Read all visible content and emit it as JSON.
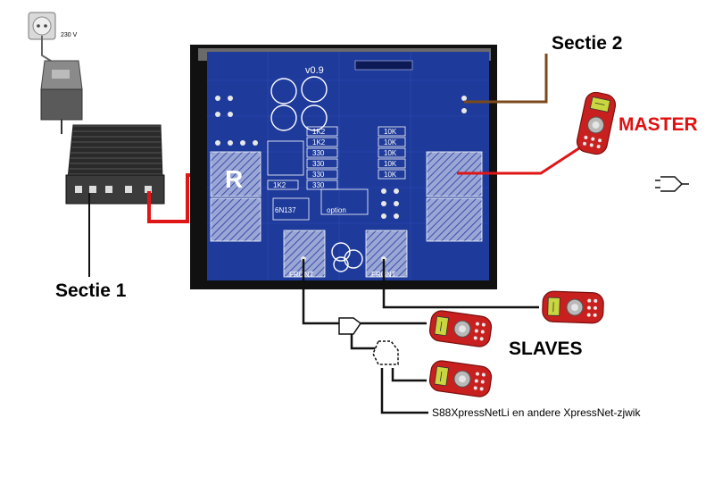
{
  "labels": {
    "sectie2": "Sectie 2",
    "sectie1": "Sectie 1",
    "master": "MASTER",
    "slaves": "SLAVES",
    "s88": "S88XpressNetLi en andere XpressNet-zjwik",
    "mains_voltage": "230 V"
  },
  "pcb": {
    "version": "v0.9",
    "text_front_left": "FRONT",
    "text_front_right": "FRONT",
    "text_option": "option",
    "text_ic": "6N137",
    "resistors": [
      "1K2",
      "1K2",
      "330",
      "330",
      "330",
      "330",
      "1K2",
      "10K",
      "10K",
      "10K",
      "10K",
      "10K"
    ]
  },
  "colors": {
    "pcb_blue": "#1e3a9a",
    "pcb_border": "#111111",
    "wire_red": "#e01515",
    "wire_brown": "#7a4a1c",
    "wire_black": "#111111",
    "handset_red": "#c8201e",
    "handset_screen": "#c9d640"
  },
  "icons": [
    "wall-socket-icon",
    "power-transformer-icon",
    "booster-box-icon",
    "handset-icon",
    "plug-icon",
    "splitter-icon"
  ]
}
